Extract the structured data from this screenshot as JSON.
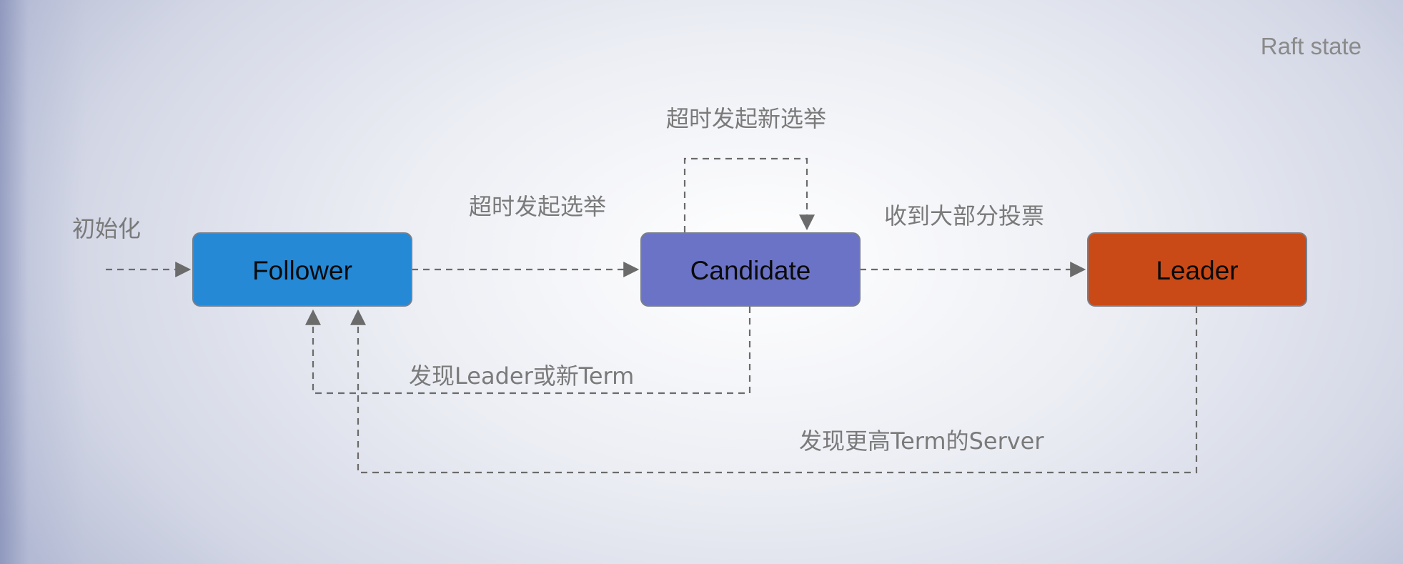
{
  "title": "Raft state",
  "nodes": {
    "follower": {
      "label": "Follower",
      "color": "#2589d6"
    },
    "candidate": {
      "label": "Candidate",
      "color": "#6b73c6"
    },
    "leader": {
      "label": "Leader",
      "color": "#c94a17"
    }
  },
  "edges": {
    "init": "初始化",
    "timeout_election": "超时发起选举",
    "timeout_new_election": "超时发起新选举",
    "majority_votes": "收到大部分投票",
    "found_leader_or_term": "发现Leader或新Term",
    "found_higher_term": "发现更高Term的Server"
  },
  "colors": {
    "edge": "#6b6b6b",
    "edge_label": "#7a7a7a"
  }
}
